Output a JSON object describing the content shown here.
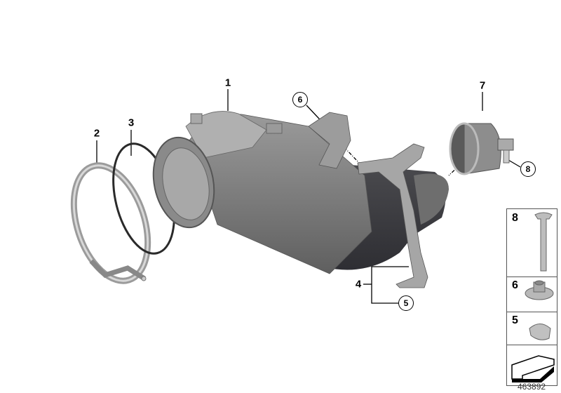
{
  "callouts": {
    "part_1": "1",
    "part_2": "2",
    "part_3": "3",
    "part_4": "4",
    "part_5": "5",
    "part_6": "6",
    "part_7": "7",
    "part_8": "8"
  },
  "legend": {
    "items": [
      {
        "number": "8",
        "part": "bolt"
      },
      {
        "number": "6",
        "part": "collar-nut"
      },
      {
        "number": "5",
        "part": "clip"
      }
    ],
    "arrow_box": "direction-arrow"
  },
  "diagram_number": "463892"
}
